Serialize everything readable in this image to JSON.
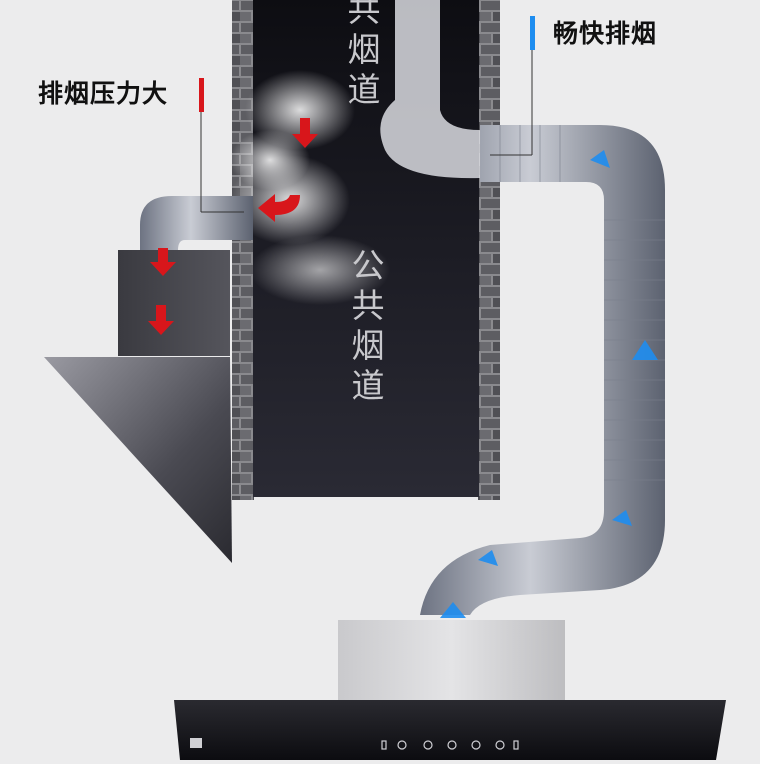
{
  "labels": {
    "left": "排烟压力大",
    "right": "畅快排烟"
  },
  "shaft_text_top": [
    "共",
    "烟",
    "道"
  ],
  "shaft_text_main": [
    "公",
    "共",
    "烟",
    "道"
  ],
  "colors": {
    "background": "#ececed",
    "shaft": "#16161c",
    "brick": "#6e6e72",
    "pressure_arrow": "#d8161b",
    "flow_arrow": "#1e8df0",
    "hood_glass": "#1a1a1e"
  },
  "icons": [
    "red-down-arrow",
    "red-curve-arrow",
    "blue-up-arrow",
    "hood-control-icons"
  ]
}
